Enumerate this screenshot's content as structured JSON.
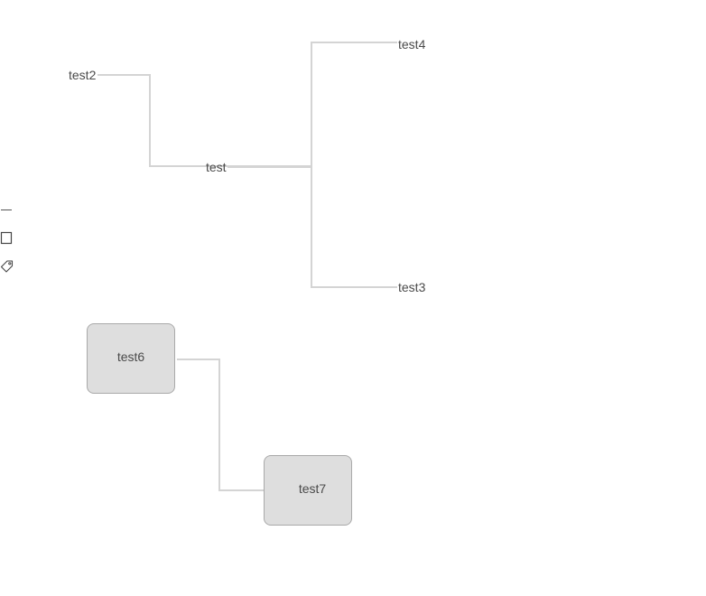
{
  "diagram": {
    "nodes": {
      "test": {
        "label": "test"
      },
      "test2": {
        "label": "test2"
      },
      "test3": {
        "label": "test3"
      },
      "test4": {
        "label": "test4"
      },
      "test6": {
        "label": "test6"
      },
      "test7": {
        "label": "test7"
      }
    },
    "edges": [
      {
        "from": "test",
        "to": "test2"
      },
      {
        "from": "test",
        "to": "test4"
      },
      {
        "from": "test",
        "to": "test3"
      },
      {
        "from": "test6",
        "to": "test7"
      }
    ],
    "colors": {
      "edge": "#d4d4d4",
      "box_fill": "#dedede",
      "box_border": "#a9a9a9",
      "text": "#4a4a4a"
    }
  },
  "toolbar": {
    "items": [
      {
        "icon": "line-icon"
      },
      {
        "icon": "rectangle-icon"
      },
      {
        "icon": "tag-icon"
      }
    ]
  }
}
